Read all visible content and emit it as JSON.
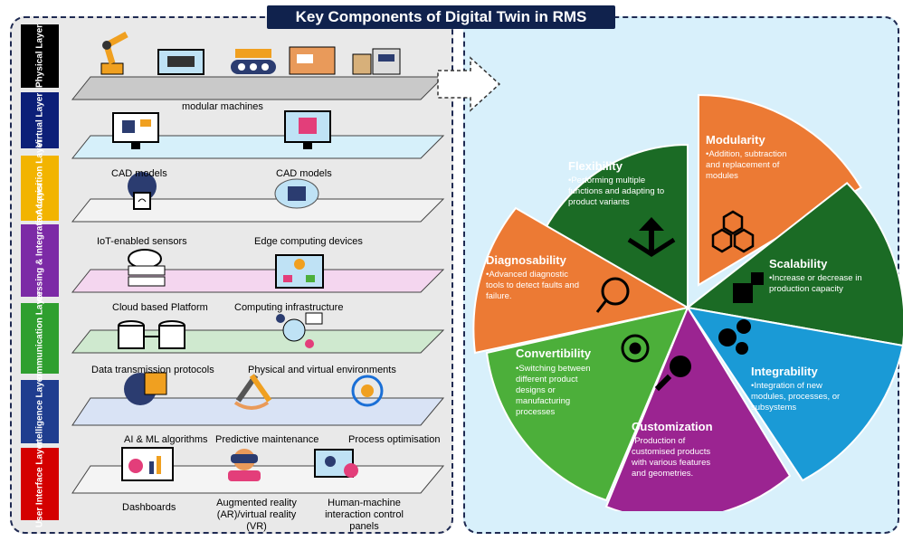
{
  "title": "Key Components of Digital Twin in RMS",
  "layers": [
    {
      "label": "Physical Layer",
      "color": "#000000"
    },
    {
      "label": "Virtual Layer",
      "color": "#0c1f78"
    },
    {
      "label": "Data Acquisition Layer",
      "color": "#f2b400"
    },
    {
      "label": "Data Processing & Integration Layer",
      "color": "#7c2aa6"
    },
    {
      "label": "Communication Layer",
      "color": "#2f9f2f"
    },
    {
      "label": "Intelligence Layer",
      "color": "#1f3d8f"
    },
    {
      "label": "User Interface Layer",
      "color": "#d40000"
    }
  ],
  "captions": {
    "modular_machines": "modular machines",
    "cad_models_1": "CAD models",
    "cad_models_2": "CAD models",
    "iot_sensors": "IoT-enabled sensors",
    "edge_devices": "Edge computing devices",
    "cloud_platform": "Cloud based Platform",
    "computing_infra": "Computing infrastructure",
    "data_transmission": "Data transmission protocols",
    "phys_virtual_env": "Physical and virtual environments",
    "ai_ml": "AI & ML algorithms",
    "predictive_maint": "Predictive maintenance",
    "process_opt": "Process optimisation",
    "dashboards": "Dashboards",
    "ar_vr": "Augmented reality (AR)/virtual reality (VR)",
    "hmi_panels": "Human-machine interaction control panels"
  },
  "wheel": {
    "flexibility": {
      "title": "Flexibility",
      "desc": "•Performing multiple functions and adapting to product variants",
      "color": "#1b6b25"
    },
    "modularity": {
      "title": "Modularity",
      "desc": "•Addition, subtraction and replacement of modules",
      "color": "#ec7a34"
    },
    "scalability": {
      "title": "Scalability",
      "desc": "•Increase or decrease in production capacity",
      "color": "#1b6b25"
    },
    "integrability": {
      "title": "Integrability",
      "desc": "•Integration of new modules, processes, or subsystems",
      "color": "#1a9ad6"
    },
    "customization": {
      "title": "Customization",
      "desc": "•Production of customised products with various features and geometries.",
      "color": "#9b2491"
    },
    "convertibility": {
      "title": "Convertibility",
      "desc": "•Switching between different product designs or manufacturing processes",
      "color": "#4caf3a"
    },
    "diagnosability": {
      "title": "Diagnosability",
      "desc": "•Advanced diagnostic tools to detect faults and failure.",
      "color": "#ec7a34"
    }
  }
}
